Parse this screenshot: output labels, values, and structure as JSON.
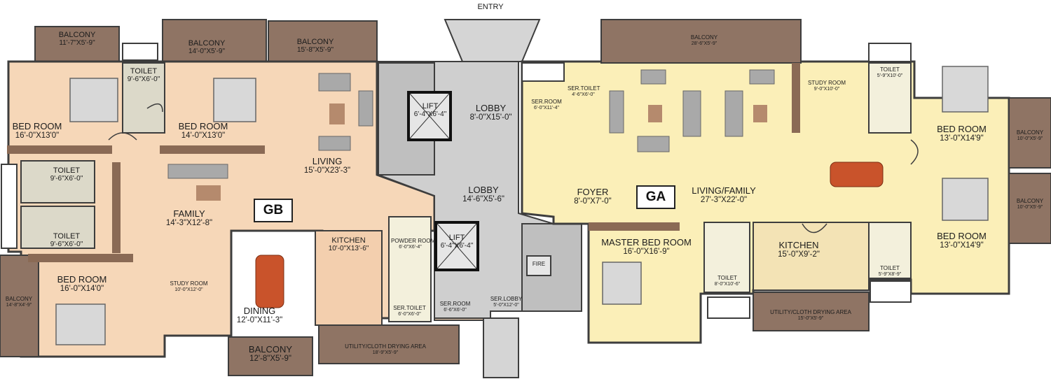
{
  "plan": {
    "entry": "ENTRY",
    "units": {
      "gb": "GB",
      "ga": "GA"
    },
    "colors": {
      "gb_floor": "#f6d7b8",
      "ga_floor": "#fbefb8",
      "lobby": "#cfcfcf",
      "balcony": "#8f7464",
      "wall": "#3d3d3d",
      "furniture": "#a9a9a9",
      "dining": "#c9532b"
    },
    "rooms": {
      "balcony_1": {
        "title": "BALCONY",
        "dim": "11'-7\"X5'-9\""
      },
      "balcony_2": {
        "title": "BALCONY",
        "dim": "14'-0\"X5'-9\""
      },
      "balcony_3": {
        "title": "BALCONY",
        "dim": "15'-8\"X5'-9\""
      },
      "toilet_gb_top": {
        "title": "TOILET",
        "dim": "9'-6\"X6'-0\""
      },
      "bed_gb_1": {
        "title": "BED ROOM",
        "dim": "16'-0\"X13'0\""
      },
      "bed_gb_2": {
        "title": "BED ROOM",
        "dim": "14'-0\"X13'0\""
      },
      "living_gb": {
        "title": "LIVING",
        "dim": "15'-0\"X23'-3\""
      },
      "toilet_gb_2": {
        "title": "TOILET",
        "dim": "9'-6\"X6'-0\""
      },
      "toilet_gb_3": {
        "title": "TOILET",
        "dim": "9'-6\"X6'-0\""
      },
      "family_gb": {
        "title": "FAMILY",
        "dim": "14'-3\"X12'-8\""
      },
      "bed_gb_3": {
        "title": "BED ROOM",
        "dim": "16'-0\"X14'0\""
      },
      "study_gb": {
        "title": "STUDY ROOM",
        "dim": "10'-0\"X12'-0\""
      },
      "dining_gb": {
        "title": "DINING",
        "dim": "12'-0\"X11'-3\""
      },
      "balcony_gb_left": {
        "title": "BALCONY",
        "dim": "14'-8\"X4'-9\""
      },
      "balcony_gb_bottom": {
        "title": "BALCONY",
        "dim": "12'-8\"X5'-9\""
      },
      "kitchen_gb": {
        "title": "KITCHEN",
        "dim": "10'-0\"X13'-6\""
      },
      "powder_room": {
        "title": "POWDER ROOM",
        "dim": "6'-0\"X6'-4\""
      },
      "ser_toilet_gb": {
        "title": "SER.TOILET",
        "dim": "6'-0\"X6'-0\""
      },
      "ser_room_gb": {
        "title": "SER.ROOM",
        "dim": "6'-6\"X6'-0\""
      },
      "utility_gb": {
        "title": "UTILITY/CLOTH DRYING AREA",
        "dim": "18'-9\"X5'-9\""
      },
      "lift_1": {
        "title": "LIFT",
        "dim": "6'-4\"X6'-4\""
      },
      "lift_2": {
        "title": "LIFT",
        "dim": "6'-4\"X6'-4\""
      },
      "lobby_1": {
        "title": "LOBBY",
        "dim": "8'-0\"X15'-0\""
      },
      "lobby_2": {
        "title": "LOBBY",
        "dim": "14'-6\"X5'-6\""
      },
      "ser_lobby": {
        "title": "SER.LOBBY",
        "dim": "5'-0\"X12'-0\""
      },
      "fire": {
        "title": "FIRE",
        "dim": ""
      },
      "balcony_ga_top": {
        "title": "BALCONY",
        "dim": "28'-6\"X5'-9\""
      },
      "ser_room_ga": {
        "title": "SER.ROOM",
        "dim": "6'-0\"X11'-4\""
      },
      "ser_toilet_ga": {
        "title": "SER.TOILET",
        "dim": "4'-6\"X6'-0\""
      },
      "study_ga": {
        "title": "STUDY ROOM",
        "dim": "9'-0\"X10'-0\""
      },
      "toilet_ga_top": {
        "title": "TOILET",
        "dim": "5'-9\"X10'-0\""
      },
      "bed_ga_1": {
        "title": "BED ROOM",
        "dim": "13'-0\"X14'9\""
      },
      "balcony_ga_r1": {
        "title": "BALCONY",
        "dim": "10'-0\"X5'-9\""
      },
      "balcony_ga_r2": {
        "title": "BALCONY",
        "dim": "10'-0\"X5'-9\""
      },
      "foyer": {
        "title": "FOYER",
        "dim": "8'-0\"X7'-0\""
      },
      "living_ga": {
        "title": "LIVING/FAMILY",
        "dim": "27'-3\"X22'-0\""
      },
      "bed_ga_2": {
        "title": "BED ROOM",
        "dim": "13'-0\"X14'9\""
      },
      "master_bed": {
        "title": "MASTER BED ROOM",
        "dim": "16'-0\"X16'-9\""
      },
      "kitchen_ga": {
        "title": "KITCHEN",
        "dim": "15'-0\"X9'-2\""
      },
      "toilet_ga_mid": {
        "title": "TOILET",
        "dim": "8'-0\"X10'-6\""
      },
      "toilet_ga_right": {
        "title": "TOILET",
        "dim": "5'-9\"X8'-9\""
      },
      "utility_ga": {
        "title": "UTILITY/CLOTH DRYING AREA",
        "dim": "15'-0\"X5'-9\""
      }
    }
  }
}
